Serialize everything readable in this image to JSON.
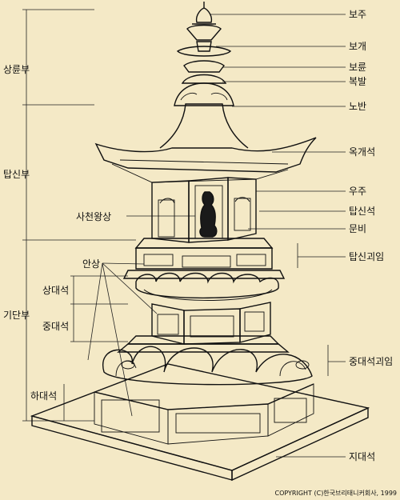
{
  "labels": {
    "boju": "보주",
    "bogae": "보개",
    "boryun": "보륜",
    "bokbal": "복발",
    "noban": "노반",
    "okgaeseok": "옥개석",
    "uju": "우주",
    "tapsinseok": "탑신석",
    "munbi": "문비",
    "tapsin_goeim": "탑신괴임",
    "jungdaeseok_goeim": "중대석괴임",
    "jidaeseok": "지대석",
    "sangryunbu": "상륜부",
    "tapsinbu": "탑신부",
    "gidanbu": "기단부",
    "sacheonwangsang": "사천왕상",
    "ansang": "안상",
    "sangdaeseok": "상대석",
    "jungdaeseok": "중대석",
    "hadaeseok": "하대석"
  },
  "copyright": "COPYRIGHT  (C)한국브리태니커회사, 1999"
}
